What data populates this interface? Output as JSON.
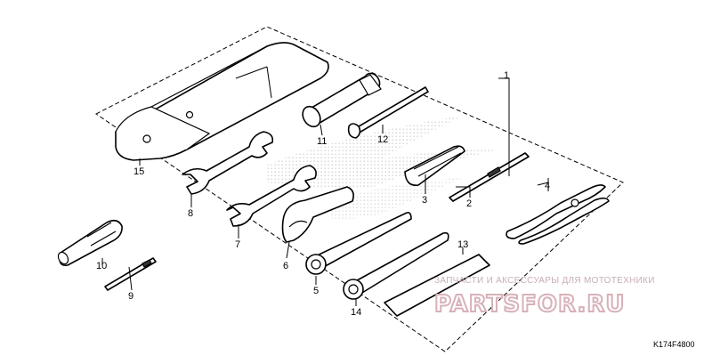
{
  "diagram": {
    "code": "K174F4800",
    "watermark_line": "ЗАПЧАСТИ И АКСЕССУАРЫ ДЛЯ МОТОТЕХНИКИ",
    "watermark_logo": "PARTSFOR.RU"
  },
  "labels": {
    "p1": "1",
    "p2": "2",
    "p3": "3",
    "p4": "4",
    "p5": "5",
    "p6": "6",
    "p7": "7",
    "p8": "8",
    "p9": "9",
    "p10": "10",
    "p11": "11",
    "p12": "12",
    "p13": "13",
    "p14": "14",
    "p15": "15"
  }
}
